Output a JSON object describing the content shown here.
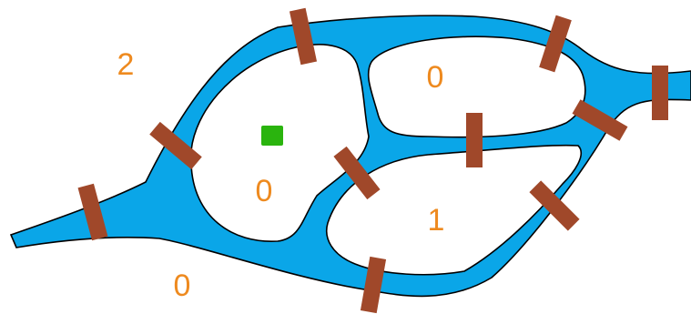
{
  "puzzle": {
    "colors": {
      "background": "#ffffff",
      "river": "#0aa6e8",
      "river_outline": "#000000",
      "bridge": "#a0482a",
      "label": "#ee8a1f",
      "marker": "#2ab40e"
    },
    "regions": [
      {
        "id": "north-bank",
        "label": "2"
      },
      {
        "id": "left-island",
        "label": "0"
      },
      {
        "id": "upper-right-island",
        "label": "0"
      },
      {
        "id": "lower-right-island",
        "label": "1"
      },
      {
        "id": "south-bank",
        "label": "0"
      }
    ],
    "bridge_count": 10,
    "marker": {
      "shape": "square",
      "region": "left-island"
    }
  }
}
